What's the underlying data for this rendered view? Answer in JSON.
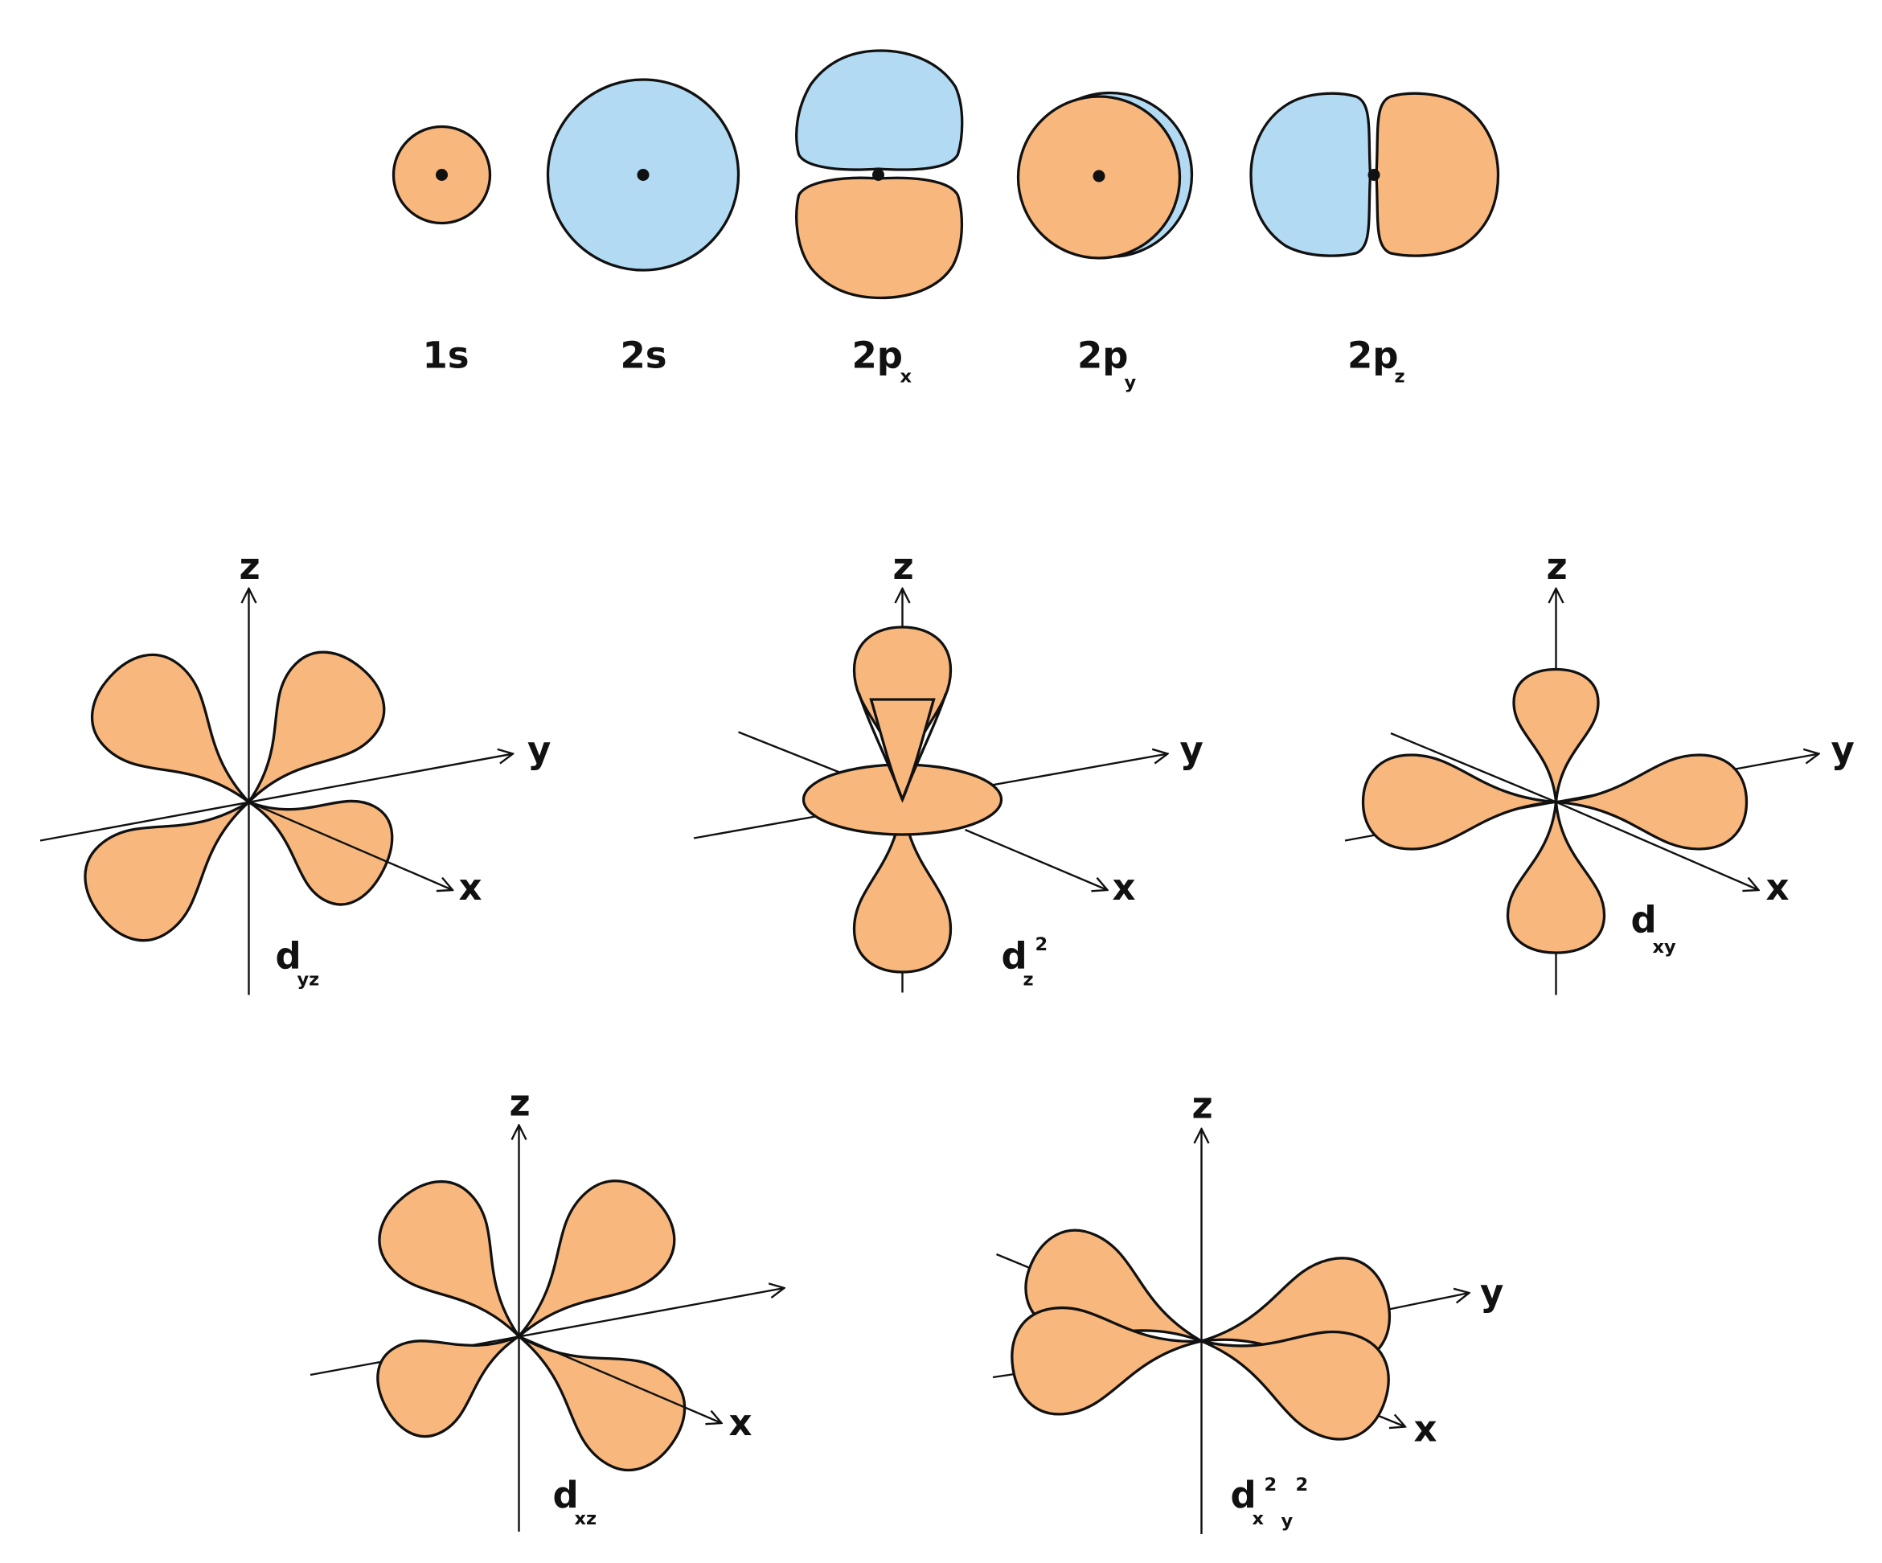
{
  "colors": {
    "orange": "#F7B77D",
    "blue": "#B3DAF3",
    "stroke": "#111111"
  },
  "s_p_orbitals": [
    {
      "main": "1s",
      "sub": ""
    },
    {
      "main": "2s",
      "sub": ""
    },
    {
      "main": "2p",
      "sub": "x"
    },
    {
      "main": "2p",
      "sub": "y"
    },
    {
      "main": "2p",
      "sub": "z"
    }
  ],
  "axes": {
    "x": "x",
    "y": "y",
    "z": "z"
  },
  "d_orbitals": {
    "dyz": {
      "main": "d",
      "sub": "yz"
    },
    "dz2": {
      "main": "d",
      "sub": "z",
      "sup": "2"
    },
    "dxy": {
      "main": "d",
      "sub": "xy"
    },
    "dxz": {
      "main": "d",
      "sub": "xz"
    },
    "dx2y2": {
      "main": "d",
      "sub1": "x",
      "sup1": "2",
      "sub2": "y",
      "sup2": "2"
    }
  }
}
